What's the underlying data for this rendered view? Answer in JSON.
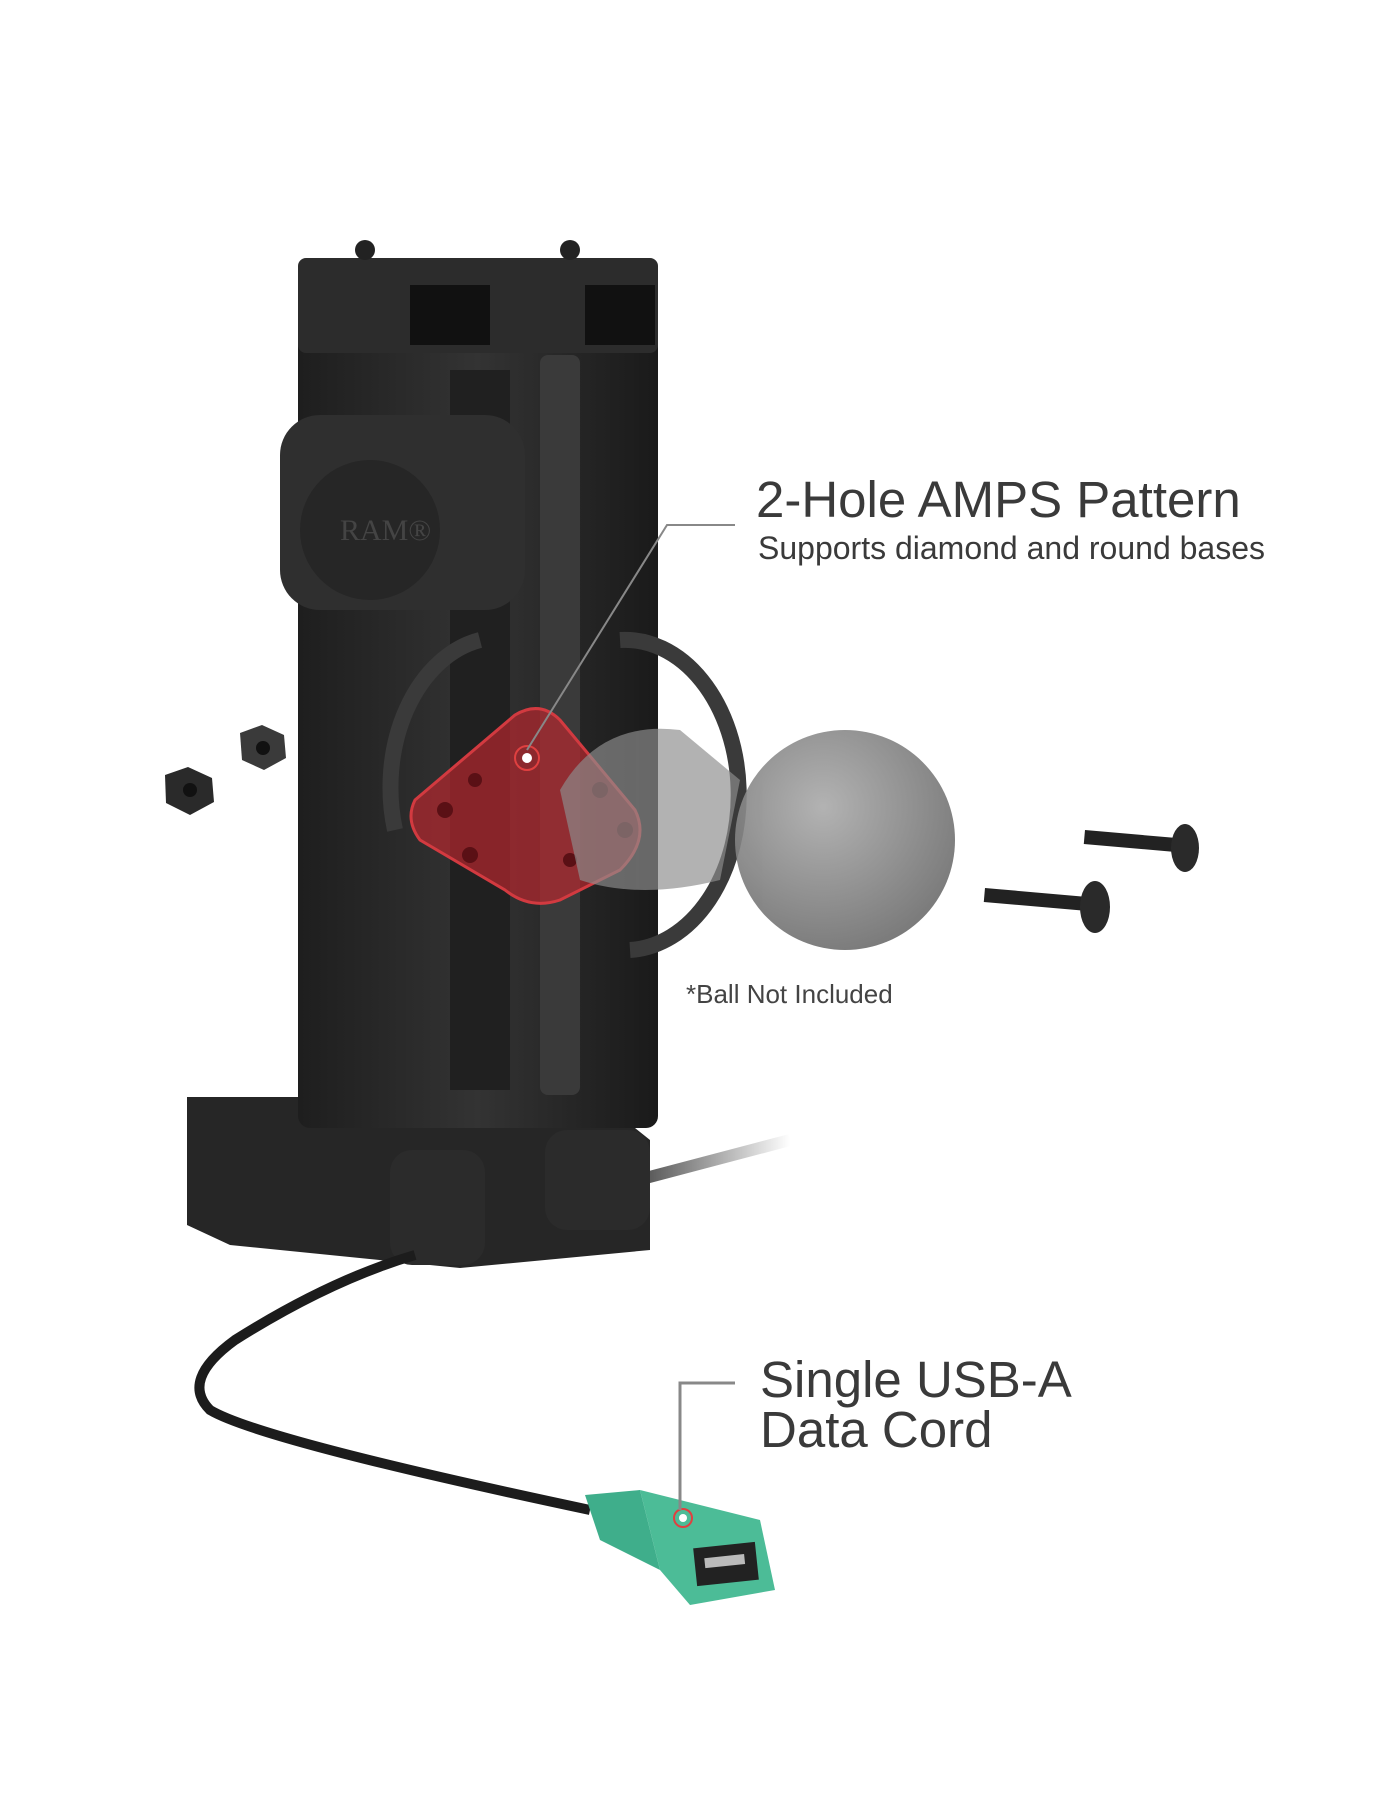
{
  "callouts": {
    "amps": {
      "title": "2-Hole AMPS Pattern",
      "subtitle": "Supports diamond and round bases"
    },
    "ball_note": "*Ball Not Included",
    "usb": {
      "line1": "Single USB-A",
      "line2": "Data Cord"
    }
  },
  "product": {
    "logo_text": "RAM®"
  },
  "colors": {
    "body": "#2a2a2a",
    "highlight_red": "#c0262e",
    "usb_green": "#3fae8b",
    "ball_gray": "#8a8a8a",
    "text": "#3a3a3a",
    "leader": "#888888"
  }
}
